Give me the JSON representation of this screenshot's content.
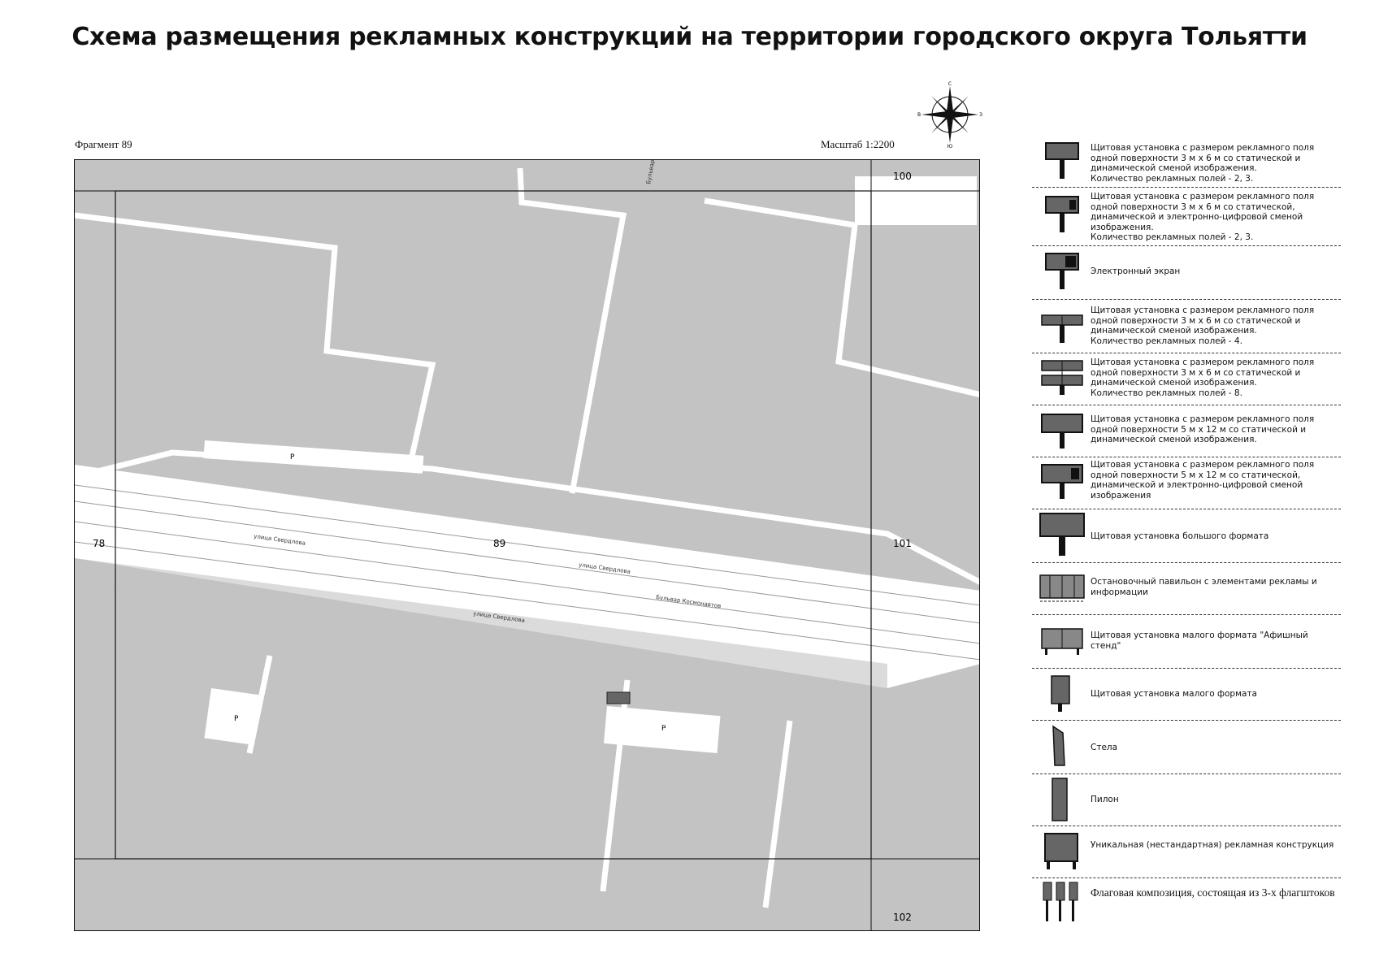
{
  "header": {
    "title": "Схема размещения рекламных конструкций на территории городского округа Тольятти",
    "fragment": "Фрагмент 89",
    "scale": "Масштаб 1:2200"
  },
  "compass": {
    "n": "С",
    "s": "Ю",
    "w": "В",
    "e": "З"
  },
  "map": {
    "sheet_numbers": {
      "top_right": "100",
      "left": "78",
      "center": "89",
      "right": "101",
      "bottom_right": "102"
    },
    "street_labels": [
      "улица Свердлова",
      "Бульвар Курчатова",
      "Бульвар Космонавтов"
    ],
    "parking_label": "Р"
  },
  "legend": {
    "items": [
      {
        "icon": "billboard-3x6-2-3-icon",
        "text": "Щитовая установка с размером рекламного поля одной поверхности 3 м х 6 м со статической и динамической сменой изображения.\nКоличество рекламных полей - 2, 3."
      },
      {
        "icon": "billboard-3x6-digital-icon",
        "text": "Щитовая установка с размером рекламного поля одной поверхности 3 м х 6 м со статической, динамической и электронно-цифровой сменой изображения.\nКоличество рекламных полей - 2, 3."
      },
      {
        "icon": "electronic-screen-icon",
        "text": "Электронный экран"
      },
      {
        "icon": "billboard-3x6-4-icon",
        "text": "Щитовая установка с размером рекламного поля одной поверхности 3 м х 6 м со статической и динамической сменой изображения.\nКоличество рекламных полей - 4."
      },
      {
        "icon": "billboard-3x6-8-icon",
        "text": "Щитовая установка с размером рекламного поля одной поверхности 3 м х 6 м со статической и динамической сменой изображения.\nКоличество рекламных полей - 8."
      },
      {
        "icon": "billboard-5x12-icon",
        "text": "Щитовая установка с размером рекламного поля одной поверхности 5 м х 12 м со статической и динамической сменой изображения."
      },
      {
        "icon": "billboard-5x12-digital-icon",
        "text": "Щитовая установка с размером рекламного поля одной поверхности 5 м х 12 м со статической, динамической и электронно-цифровой сменой изображения"
      },
      {
        "icon": "billboard-large-icon",
        "text": "Щитовая установка большого формата"
      },
      {
        "icon": "bus-shelter-icon",
        "text": "Остановочный павильон с элементами рекламы и информации"
      },
      {
        "icon": "poster-stand-icon",
        "text": "Щитовая установка малого формата \"Афишный стенд\""
      },
      {
        "icon": "small-billboard-icon",
        "text": "Щитовая установка малого формата"
      },
      {
        "icon": "stele-icon",
        "text": "Стела"
      },
      {
        "icon": "pylon-icon",
        "text": "Пилон"
      },
      {
        "icon": "unique-construction-icon",
        "text": "Уникальная (нестандартная) рекламная конструкция"
      },
      {
        "icon": "flag-composition-icon",
        "text": "Флаговая композиция, состоящая из 3-х флагштоков"
      }
    ]
  }
}
